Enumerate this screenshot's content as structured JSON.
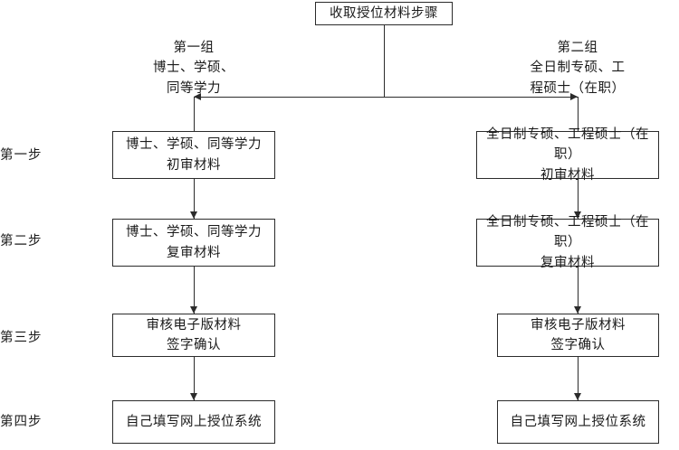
{
  "chart_data": {
    "type": "diagram",
    "title": "收取授位材料步骤",
    "diagram_kind": "flowchart",
    "orientation": "top-down, two parallel columns",
    "root": {
      "label": "收取授位材料步骤"
    },
    "groups": [
      {
        "id": "group-1",
        "heading": "第一组\n博士、学硕、\n同等学力"
      },
      {
        "id": "group-2",
        "heading": "第二组\n全日制专硕、工\n程硕士（在职）"
      }
    ],
    "step_labels": [
      "第一步",
      "第二步",
      "第三步",
      "第四步"
    ],
    "nodes_group1": [
      "博士、学硕、同等学力\n初审材料",
      "博士、学硕、同等学力\n复审材料",
      "审核电子版材料\n签字确认",
      "自己填写网上授位系统"
    ],
    "nodes_group2": [
      "全日制专硕、工程硕士（在职）\n初审材料",
      "全日制专硕、工程硕士（在职）\n复审材料",
      "审核电子版材料\n签字确认",
      "自己填写网上授位系统"
    ],
    "edges": [
      {
        "from": "收取授位材料步骤",
        "to": "第一组",
        "style": "arrow-left"
      },
      {
        "from": "收取授位材料步骤",
        "to": "第二组",
        "style": "arrow-right"
      },
      {
        "from": "初审材料",
        "to": "复审材料",
        "style": "arrow-down"
      },
      {
        "from": "复审材料",
        "to": "审核电子版材料 签字确认",
        "style": "arrow-down"
      },
      {
        "from": "审核电子版材料 签字确认",
        "to": "自己填写网上授位系统",
        "style": "arrow-down"
      }
    ],
    "colors": {
      "background": "#ffffff",
      "line": "#2b2b2b",
      "text": "#1a1a1a"
    }
  }
}
